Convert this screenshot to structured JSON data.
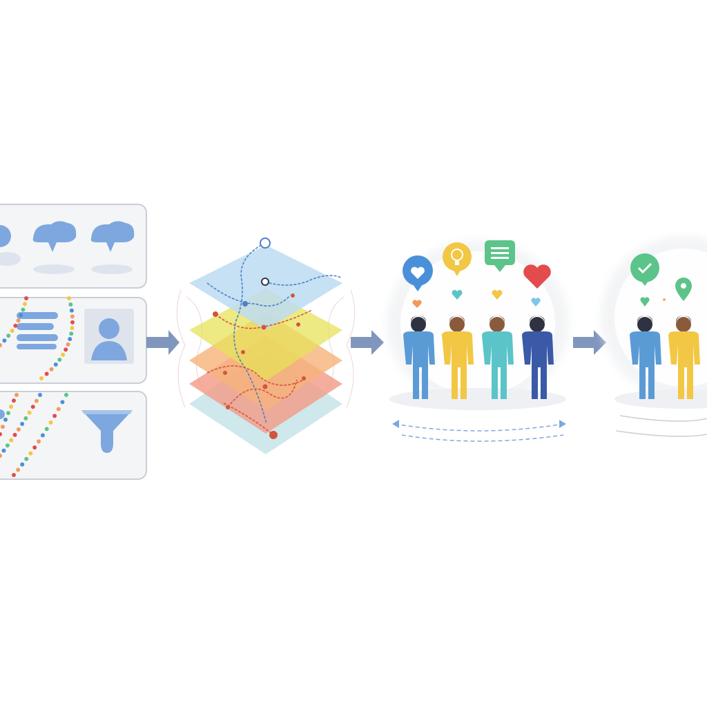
{
  "diagram": {
    "stages": [
      {
        "name": "input-sources",
        "cards": [
          "cloud-icons",
          "text-and-profile",
          "dots-and-funnel"
        ]
      },
      {
        "name": "layered-network"
      },
      {
        "name": "group-feedback",
        "people": 4,
        "bubbles": [
          "heart-icon",
          "lightbulb-icon",
          "message-icon",
          "heart-icon"
        ]
      },
      {
        "name": "validated-group",
        "bubbles": [
          "check-icon",
          "location-icon"
        ]
      }
    ],
    "colors": {
      "blue": "#5b9bd5",
      "dark_blue": "#3a5aa8",
      "yellow": "#f2c744",
      "teal": "#5bc4c9",
      "red": "#e34c4c",
      "green": "#5cc48a",
      "orange": "#f29a5c",
      "arrow": "#8096bd",
      "card_border": "#c9ced6",
      "card_fill": "#f4f5f7"
    }
  }
}
